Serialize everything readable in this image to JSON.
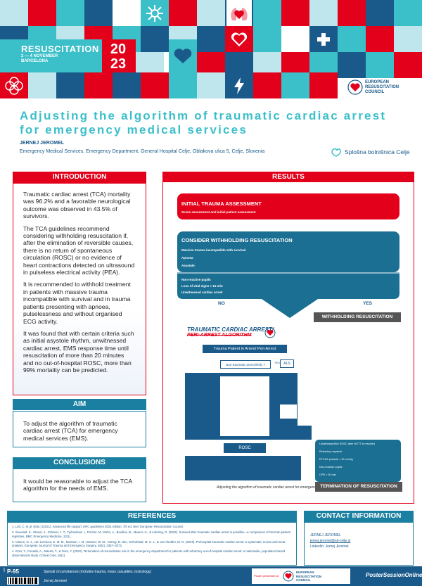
{
  "banner": {
    "brand_title": "RESUSCITATION",
    "brand_dates": "2 — 4 NOVEMBER",
    "brand_city": "BARCELONA",
    "year_top": "20",
    "year_bottom": "23",
    "erc_line1": "EUROPEAN",
    "erc_line2": "RESUSCITATION",
    "erc_line3": "COUNCIL"
  },
  "title": "Adjusting the algorithm of traumatic cardiac arrest for emergency medical services",
  "author": "JERNEJ JEROMEL",
  "affiliation": "Emergency Medical Services, Emergency Department, General Hospital Celje, Oblakova ulica 5, Celje, Slovenia",
  "hospital_logo": "Splošna bolnišnica Celje",
  "intro": {
    "heading": "INTRODUCTION",
    "paragraphs": [
      "Traumatic cardiac arrest (TCA) mortality was 96.2% and a favorable neurological outcome was observed in 43.5% of survivors.",
      "The TCA guidelines recommend considering withholding resuscitation if, after the elimination of reversible causes, there is no return of spontaneous circulation (ROSC) or no evidence of heart contractions detected on ultrasound in pulseless electrical activity (PEA).",
      "It is recommended to withhold treatment in patients with massive trauma incompatible with survival and in trauma patients presenting with apnoea, pulselessness and without organised ECG activity.",
      "It was found that with certain criteria such as initial asystole rhythm, unwitnessed cardiac arrest, EMS response time until resuscitation of more than 20 minutes and no out-of-hospital ROSC, more than 99% mortality can be predicted."
    ]
  },
  "aim": {
    "heading": "AIM",
    "text": "To adjust the algorithm of traumatic cardiac arrest (TCA) for emergency medical services (EMS)."
  },
  "conclusions": {
    "heading": "CONCLUSIONS",
    "text": "It would be reasonable to adjust the TCA algorithm for the needs of EMS."
  },
  "results": {
    "heading": "RESULTS",
    "step1_title": "INITIAL TRAUMA ASSESSMENT",
    "step1_sub": "Scene assessment and initial patient assessment",
    "step2_title": "CONSIDER WITHHOLDING RESUSCITATION",
    "step2_items": [
      "Massive trauma incompatible with survival",
      "Apnoea",
      "Asystole"
    ],
    "step3_items": [
      "Non-reactive pupils",
      "Loss of vital signs > 15 min",
      "Unwitnessed cardiac arrest"
    ],
    "no_label": "NO",
    "yes_label": "YES",
    "withhold_button": "WITHHOLDING RESUSCITATION",
    "termination_button": "TERMINATION OF RESUSCITATION",
    "algo_title_line1": "TRAUMATIC CARDIAC ARREST/",
    "algo_title_line2": "PERI-ARREST ALGORITHM",
    "algo_patient": "Trauma Patient in Arrest/ Peri-Arrest",
    "algo_nontrauma": "Non-traumatic arrest likely ?",
    "algo_yes": "YES",
    "algo_als": "ALS",
    "algo_rosc": "ROSC",
    "algo_right_items": [
      "Unwitnessed/No ROSC after HOTT is resolved",
      "Refractory asystole",
      "ETCO2 persists < 10 mmHg",
      "Non-reactive pupils",
      "CPR > 30 min"
    ],
    "algo_caption": "Adjusting the algorithm of traumatic cardiac arrest for emergency medical services"
  },
  "references": {
    "heading": "REFERENCES",
    "items": [
      "1. Lott, C. et al. (Eds.) (2021). Advanced life support: ERC guidelines 2021 edition. 7th ed. Niel: European Resuscitation Council.",
      "2. Seewald, S., Wnent, J., Gräsner, J. T., Tjelmeland, I., Fischer, M., Bohn, A., Bouillon, B., Maurer, H., & Lefering, R. (2022). Survival after traumatic cardiac arrest is possible—a comparison of German patient-registries. BMC Emergency Medicine, 22(1).",
      "3. Vianen, N. J., van Lieshout, E. M. M., Maissan, I. M., Bramer, W. M., Hartog, D. den, Verhofstad, M. H. J., & van Vledder, M. G. (2022). Prehospital traumatic cardiac arrest: a systematic review and meta-analysis. European Journal of Trauma and Emergency Surgery, 48(4), 3357–3372.",
      "4. Goto, Y., Funada, A., Maeda, T., & Goto, Y. (2022). Termination-of-resuscitation rule in the emergency department for patients with refractory out-of-hospital cardiac arrest: a nationwide, population-based observational study. Critical Care, 26(1)."
    ]
  },
  "contact": {
    "heading": "CONTACT INFORMATION",
    "name": "JERNEJ JEROMEL",
    "email": "jernej.jeromel@sb-celje.si",
    "linkedin": "LinkedIn: Jernej Jeromel"
  },
  "footer": {
    "poster_id": "P-95",
    "topic": "Special circumstances (includes trauma, mass casualties, toxicology)",
    "presenter": "Jernej Jeromel",
    "presented_at": "Poster presented at",
    "brand": "PosterSessionOnline"
  },
  "colors": {
    "red": "#e2001a",
    "navy": "#1a5a8a",
    "teal": "#3bbfc9",
    "dark_teal": "#1a7fa0"
  }
}
